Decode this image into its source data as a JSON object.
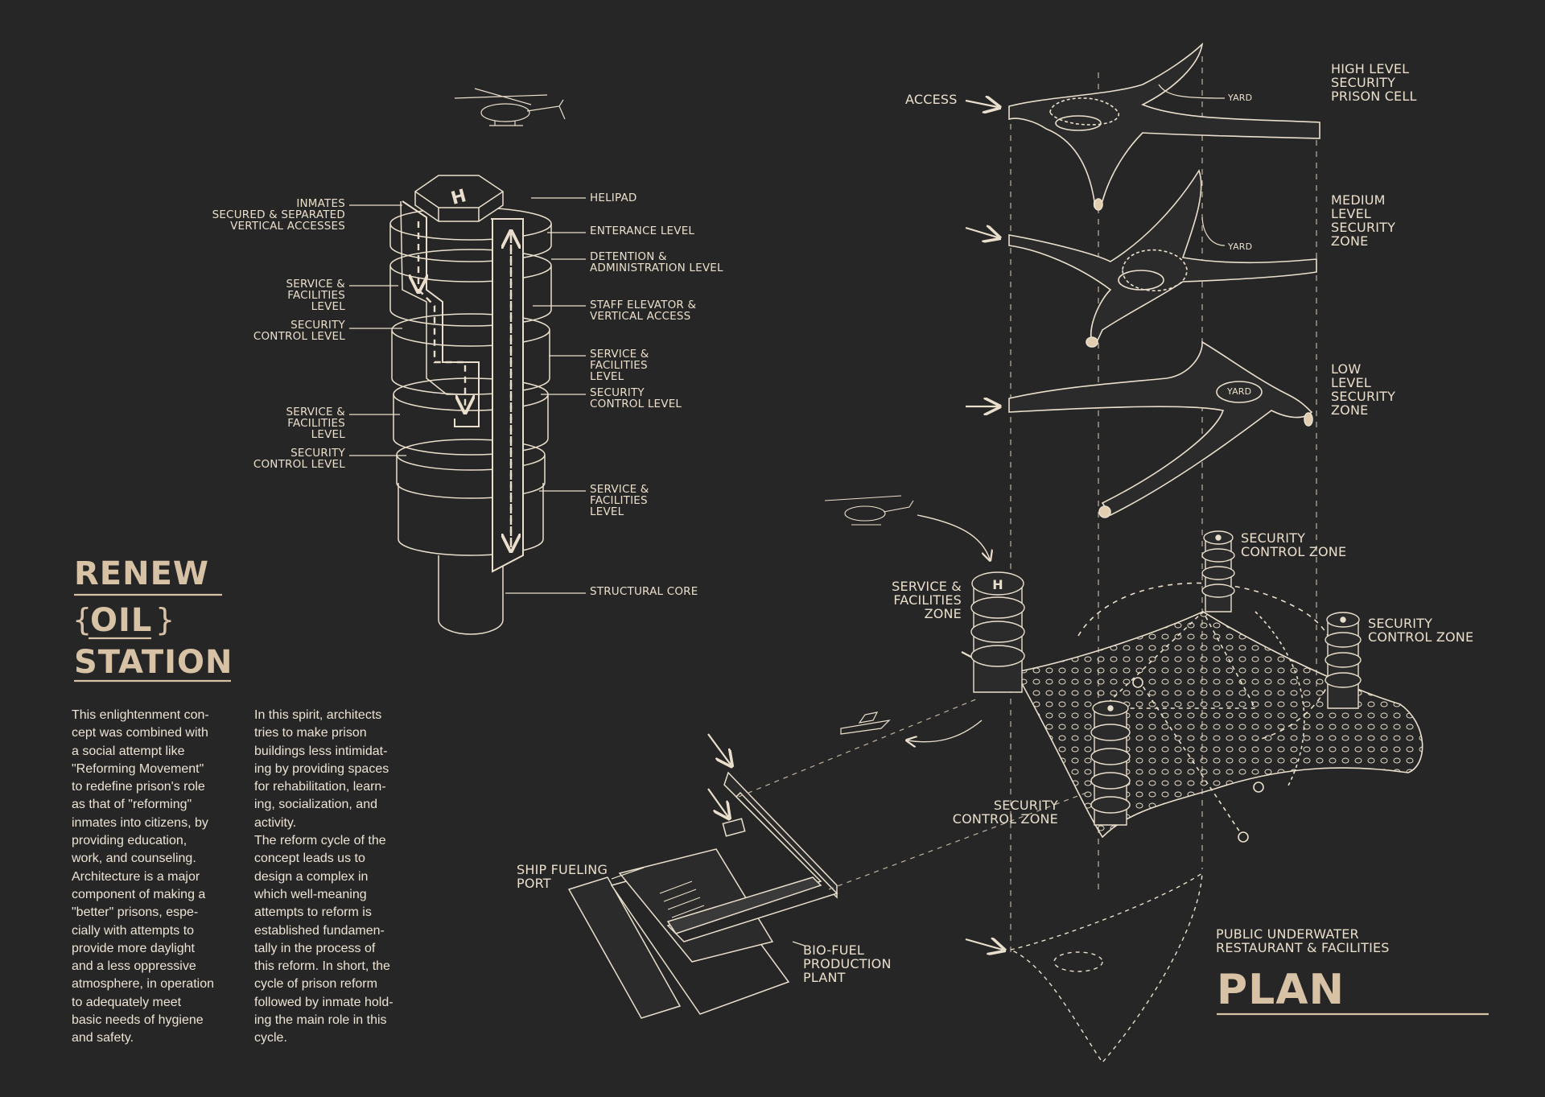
{
  "title": {
    "line1": "RENEW",
    "brace_open": "{",
    "line2": "OIL",
    "brace_close": "}",
    "line3": "STATION"
  },
  "plan_heading": "PLAN",
  "body_text": {
    "column1": "This enlightenment con-\ncept was combined with\na social attempt like\n\"Reforming Movement\"\nto redefine prison's role\nas that of \"reforming\"\ninmates into citizens, by\nproviding education,\nwork, and counseling.\nArchitecture is a major\ncomponent of making a\n\"better\" prisons, espe-\ncially with attempts to\nprovide more daylight\nand a less oppressive\natmosphere, in operation\nto adequately meet\nbasic needs of hygiene\nand safety.",
    "column2": "In this spirit, architects\ntries to make prison\nbuildings less intimidat-\ning by providing spaces\nfor rehabilitation, learn-\ning, socialization, and\nactivity.\nThe reform cycle of the\nconcept leads us to\ndesign a complex in\nwhich well-meaning\nattempts to reform is\nestablished fundamen-\ntally in the process of\nthis reform. In short, the\ncycle of prison reform\nfollowed by inmate hold-\ning the main role in this\ncycle."
  },
  "tower_labels_left": {
    "inmates_access": "INMATES\nSECURED & SEPARATED\nVERTICAL ACCESSES",
    "service_1": "SERVICE &\nFACILITIES\nLEVEL",
    "security_1": "SECURITY\nCONTROL LEVEL",
    "service_2": "SERVICE &\nFACILITIES\nLEVEL",
    "security_2": "SECURITY\nCONTROL LEVEL"
  },
  "tower_labels_right": {
    "helipad": "HELIPAD",
    "entrance": "ENTERANCE LEVEL",
    "detention": "DETENTION &\nADMINISTRATION LEVEL",
    "staff_elevator": "STAFF ELEVATOR &\nVERTICAL ACCESS",
    "service_1": "SERVICE &\nFACILITIES\nLEVEL",
    "security": "SECURITY\nCONTROL LEVEL",
    "service_2": "SERVICE &\nFACILITIES\nLEVEL",
    "core": "STRUCTURAL CORE"
  },
  "plan_labels": {
    "access": "ACCESS",
    "high": "HIGH LEVEL\nSECURITY\nPRISON CELL",
    "medium": "MEDIUM\nLEVEL\nSECURITY\nZONE",
    "low": "LOW\nLEVEL\nSECURITY\nZONE",
    "yard_1": "YARD",
    "yard_2": "YARD",
    "yard_3": "YARD",
    "security_zone_top": "SECURITY\nCONTROL ZONE",
    "security_zone_right": "SECURITY\nCONTROL ZONE",
    "security_zone_bottom": "SECURITY\nCONTROL ZONE",
    "service_zone": "SERVICE &\nFACILITIES\nZONE",
    "ship_port": "SHIP FUELING\nPORT",
    "biofuel": "BIO-FUEL\nPRODUCTION\nPLANT",
    "restaurant": "PUBLIC UNDERWATER\nRESTAURANT & FACILITIES"
  },
  "colors": {
    "background": "#262626",
    "line": "#eadfcc",
    "title": "#d8c2a6",
    "fill_dark": "#2b2b2b"
  }
}
